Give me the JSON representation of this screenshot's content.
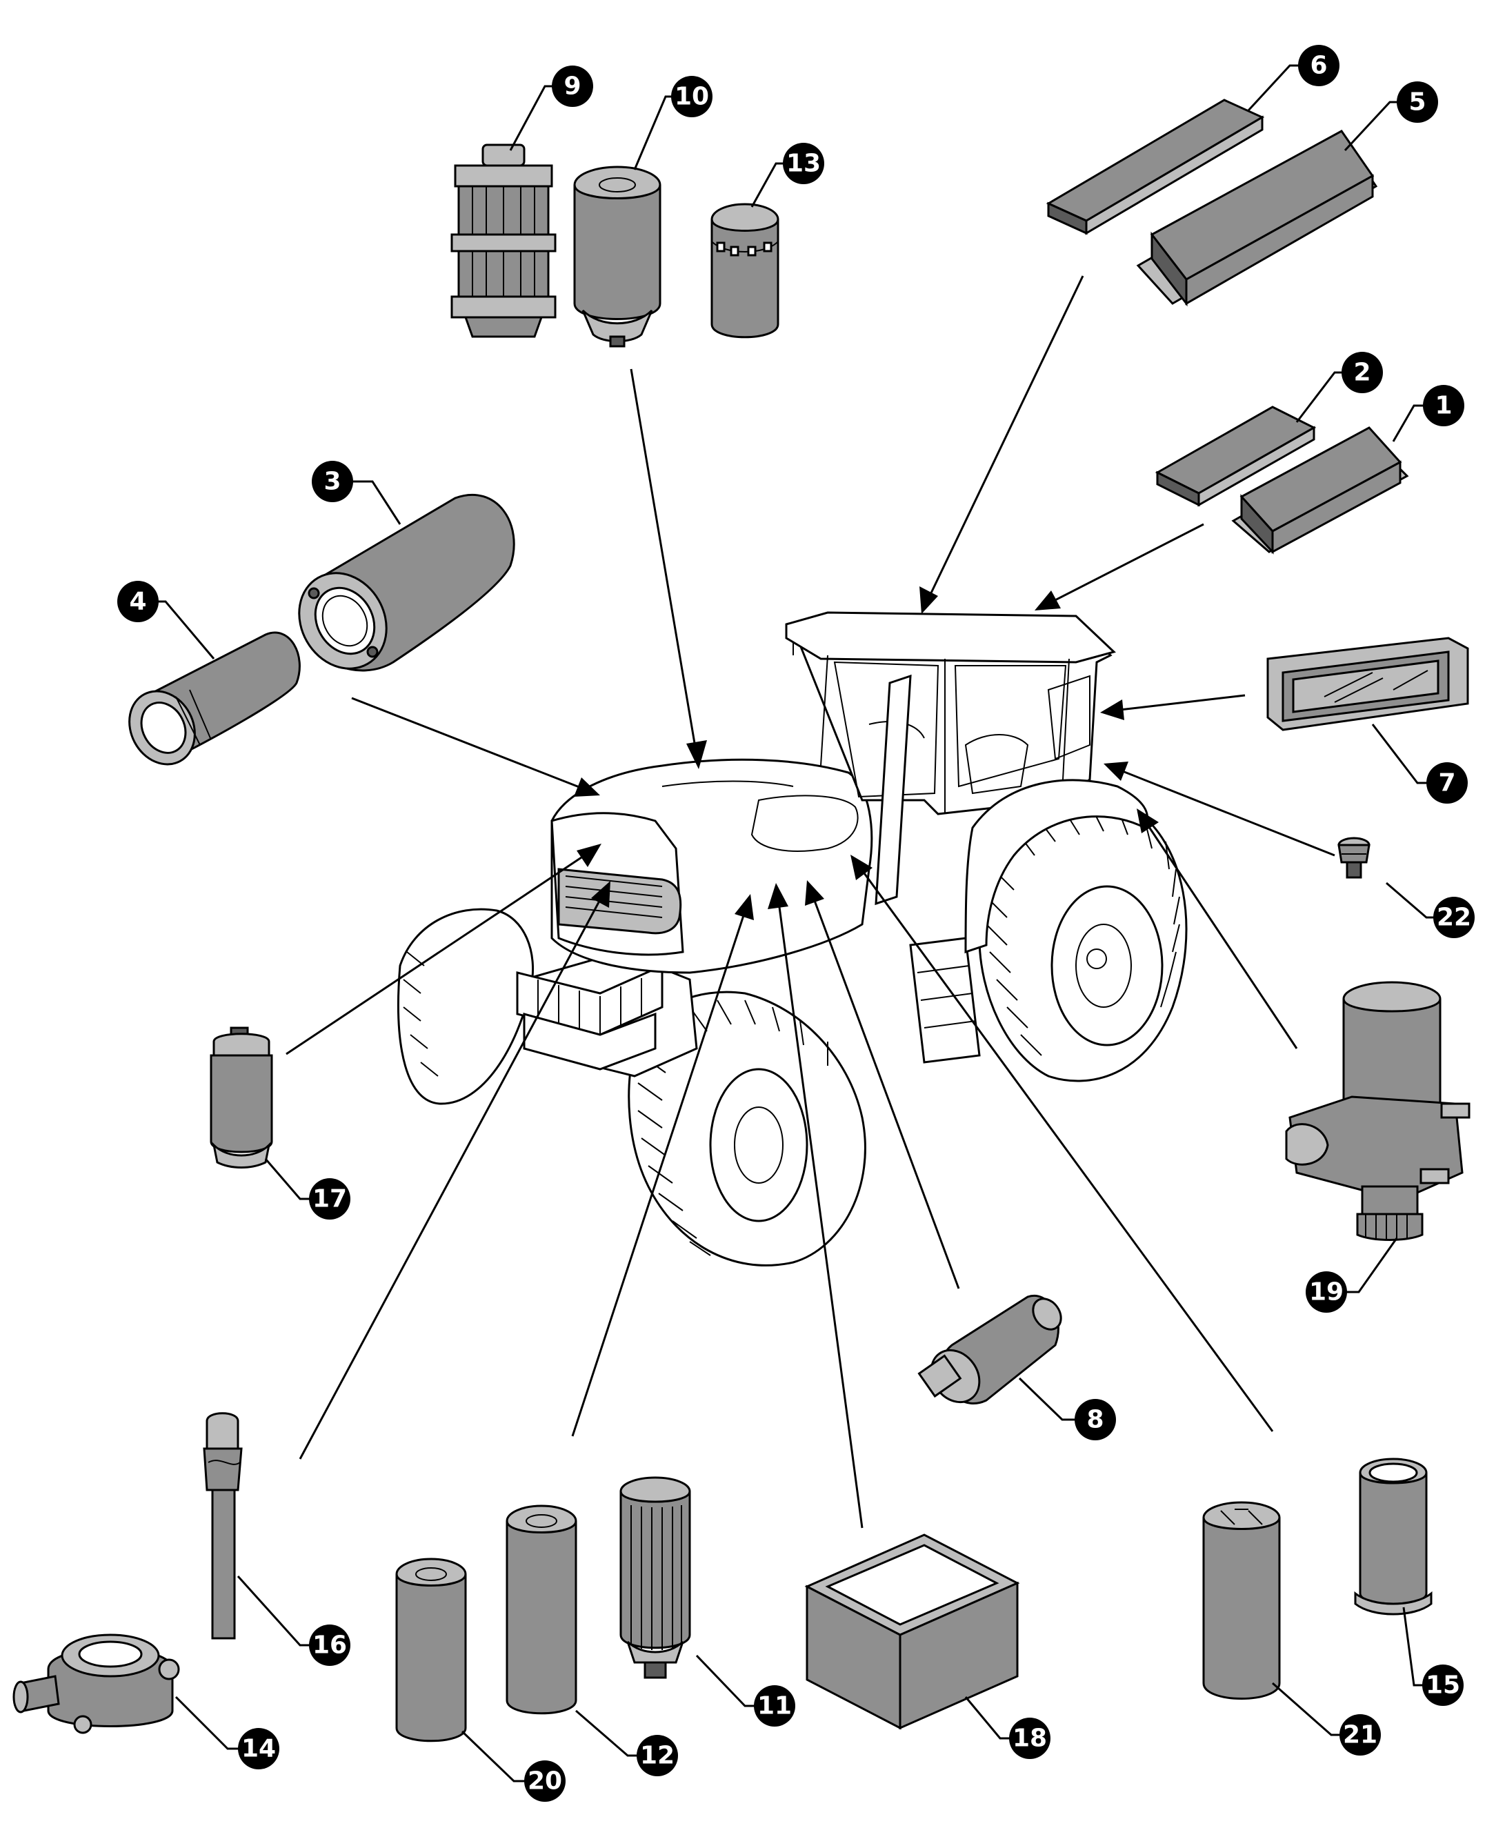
{
  "diagram": {
    "callouts": [
      {
        "number": "1",
        "part": "cab-filter-a-icon"
      },
      {
        "number": "2",
        "part": "cab-filter-b-icon"
      },
      {
        "number": "3",
        "part": "air-filter-outer-icon"
      },
      {
        "number": "4",
        "part": "air-filter-inner-icon"
      },
      {
        "number": "5",
        "part": "cab-filter-c-icon"
      },
      {
        "number": "6",
        "part": "cab-filter-d-icon"
      },
      {
        "number": "7",
        "part": "recirc-filter-icon"
      },
      {
        "number": "8",
        "part": "inline-filter-icon"
      },
      {
        "number": "9",
        "part": "fuel-strainer-icon"
      },
      {
        "number": "10",
        "part": "fuel-filter-icon"
      },
      {
        "number": "11",
        "part": "engine-oil-element-icon"
      },
      {
        "number": "12",
        "part": "hydraulic-filter-icon"
      },
      {
        "number": "13",
        "part": "spin-on-filter-icon"
      },
      {
        "number": "14",
        "part": "breather-icon"
      },
      {
        "number": "15",
        "part": "sleeve-filter-icon"
      },
      {
        "number": "16",
        "part": "dipstick-filter-icon"
      },
      {
        "number": "17",
        "part": "small-canister-icon"
      },
      {
        "number": "18",
        "part": "box-filter-icon"
      },
      {
        "number": "19",
        "part": "air-dryer-icon"
      },
      {
        "number": "20",
        "part": "tall-filter-icon"
      },
      {
        "number": "21",
        "part": "transmission-filter-icon"
      },
      {
        "number": "22",
        "part": "vent-valve-icon"
      }
    ],
    "colors": {
      "part_fill": "#8f8f8f",
      "part_light": "#bdbdbd",
      "line": "#000000",
      "callout_bg": "#000000",
      "callout_text": "#ffffff"
    }
  }
}
